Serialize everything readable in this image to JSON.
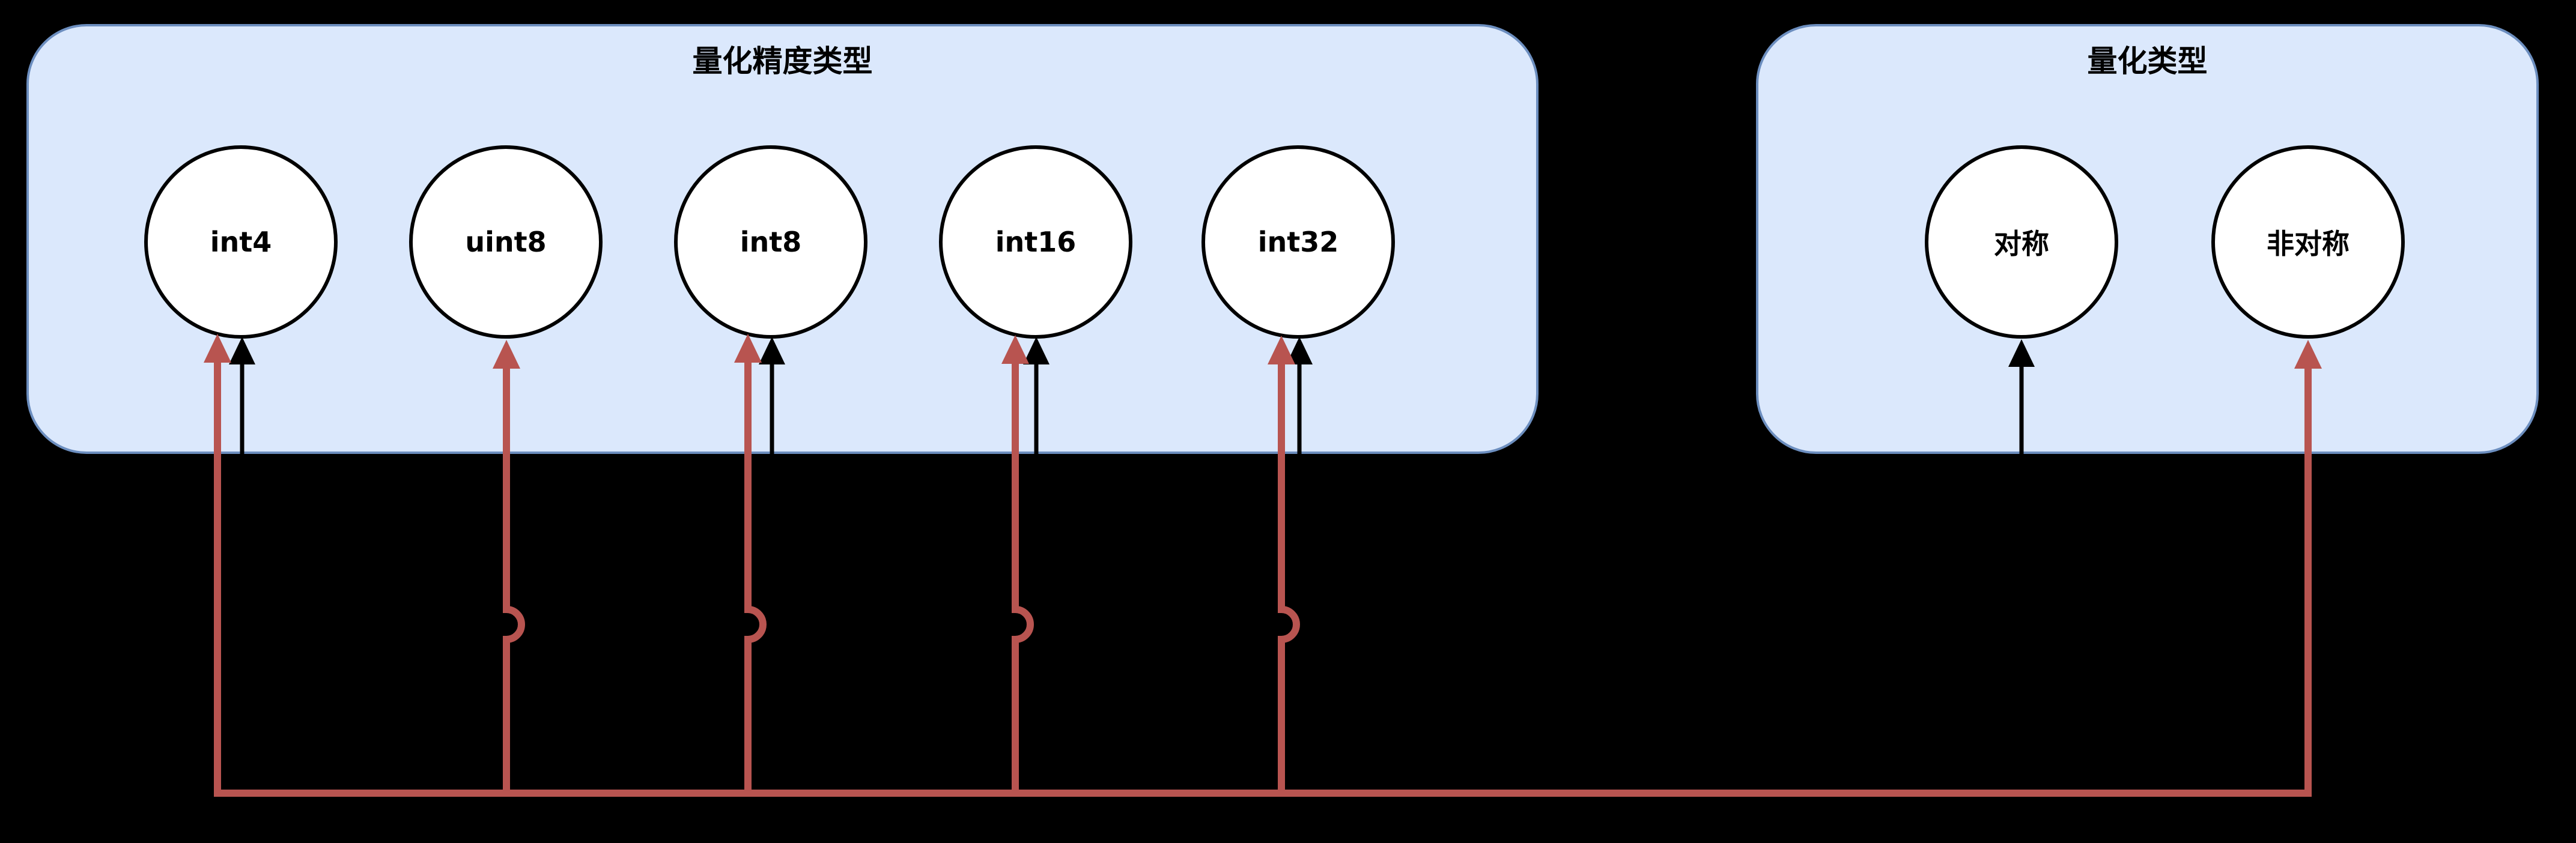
{
  "colors": {
    "background": "#000000",
    "box_fill": "#dbe8fc",
    "box_border": "#6c8ebf",
    "node_fill": "#ffffff",
    "node_border": "#000000",
    "black_edge": "#000000",
    "red_edge": "#b85450",
    "text": "#000000"
  },
  "groups": [
    {
      "title": "量化精度类型"
    },
    {
      "title": "量化类型"
    }
  ],
  "nodes": [
    {
      "label": "int4",
      "group": "量化精度类型"
    },
    {
      "label": "uint8",
      "group": "量化精度类型"
    },
    {
      "label": "int8",
      "group": "量化精度类型"
    },
    {
      "label": "int16",
      "group": "量化精度类型"
    },
    {
      "label": "int32",
      "group": "量化精度类型"
    },
    {
      "label": "对称",
      "group": "量化类型"
    },
    {
      "label": "非对称",
      "group": "量化类型"
    }
  ],
  "edges": [
    {
      "color": "#b85450",
      "weight": "thick",
      "connects": [
        "非对称",
        "int4",
        "uint8",
        "int8",
        "int16",
        "int32"
      ],
      "arrowheads": "at-every-node",
      "crossing_hops": 4
    },
    {
      "color": "#000000",
      "weight": "thin",
      "connects": [
        "对称",
        "int4",
        "int8",
        "int16",
        "int32"
      ],
      "arrowheads": "at-every-node",
      "crossing_hops": 0
    }
  ]
}
